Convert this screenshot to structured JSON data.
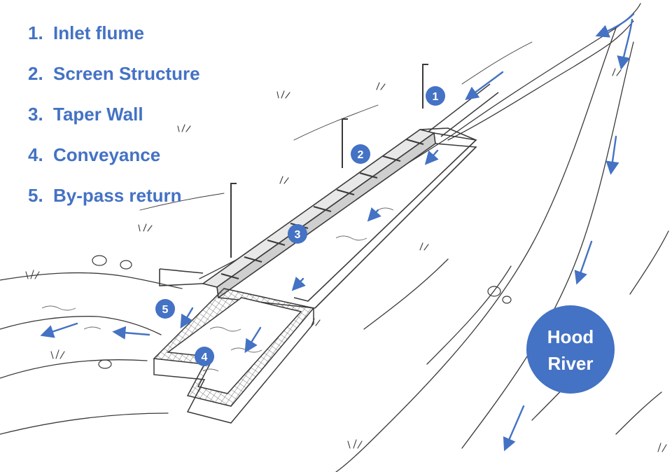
{
  "legend": {
    "items": [
      {
        "number": "1.",
        "label": "Inlet flume"
      },
      {
        "number": "2.",
        "label": "Screen Structure"
      },
      {
        "number": "3.",
        "label": "Taper Wall"
      },
      {
        "number": "4.",
        "label": "Conveyance"
      },
      {
        "number": "5.",
        "label": "By-pass return"
      }
    ]
  },
  "markers": [
    "1",
    "2",
    "3",
    "4",
    "5"
  ],
  "river": {
    "line1": "Hood",
    "line2": "River"
  },
  "colors": {
    "accent": "#4472c4",
    "sketch": "#3a3a3a",
    "background": "#ffffff"
  }
}
